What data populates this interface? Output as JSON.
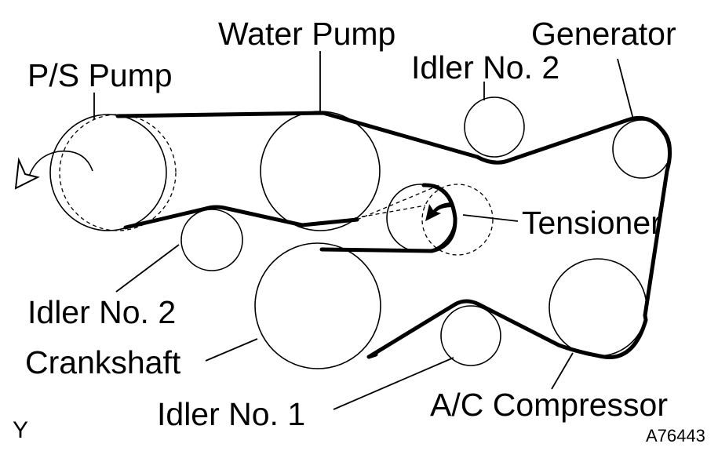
{
  "labels": {
    "water_pump": "Water Pump",
    "generator": "Generator",
    "ps_pump": "P/S Pump",
    "idler_no2_top": "Idler No. 2",
    "tensioner": "Tensioner",
    "idler_no2_left": "Idler No. 2",
    "crankshaft": "Crankshaft",
    "ac_compressor": "A/C Compressor",
    "idler_no1": "Idler No. 1"
  },
  "corner_mark": "Y",
  "figure_id": "A76443"
}
